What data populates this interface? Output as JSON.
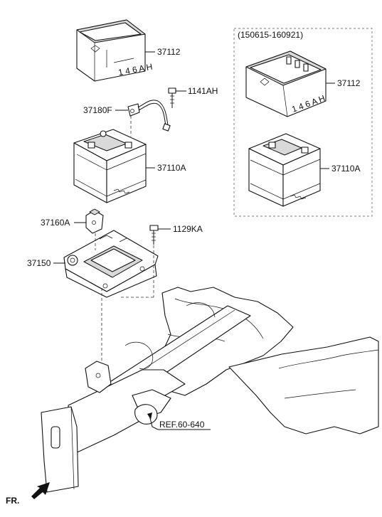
{
  "variant_label": "(150615-160921)",
  "parts": {
    "tray_37112_top": "37112",
    "tray_37112_variant": "37112",
    "bolt_1141AH": "1141AH",
    "cable_37180F": "37180F",
    "battery_37110A": "37110A",
    "battery_37110A_variant": "37110A",
    "bracket_37160A": "37160A",
    "bolt_1129KA": "1129KA",
    "carrier_37150": "37150"
  },
  "reference": "REF.60-640",
  "front_marker": "FR."
}
